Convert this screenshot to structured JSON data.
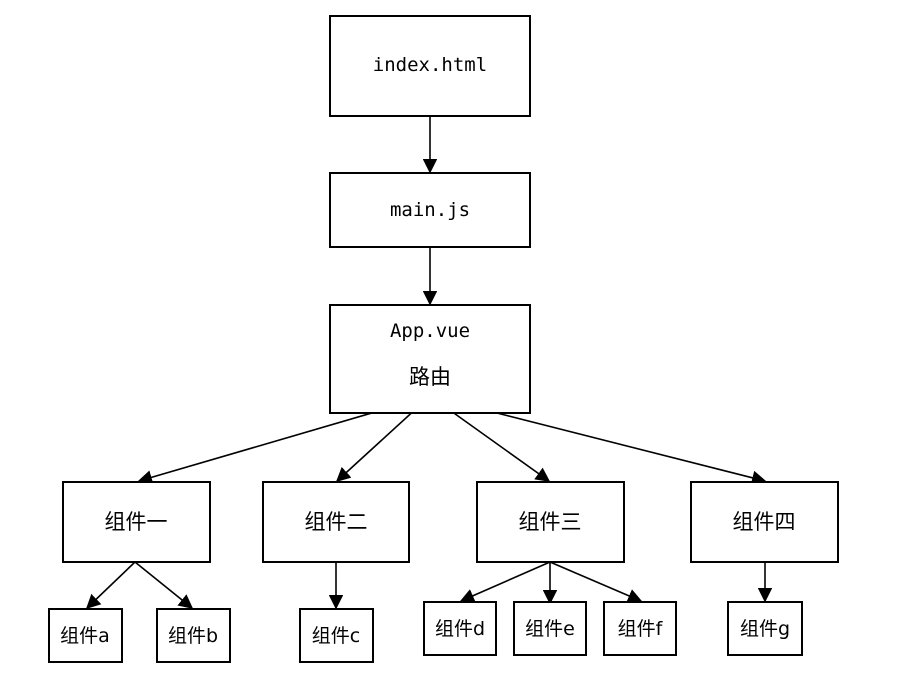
{
  "nodes": {
    "index_html": "index.html",
    "main_js": "main.js",
    "app_vue": "App.vue",
    "router": "路由",
    "component_1": "组件一",
    "component_2": "组件二",
    "component_3": "组件三",
    "component_4": "组件四",
    "component_a": "组件a",
    "component_b": "组件b",
    "component_c": "组件c",
    "component_d": "组件d",
    "component_e": "组件e",
    "component_f": "组件f",
    "component_g": "组件g"
  },
  "colors": {
    "stroke": "#000000",
    "fill": "#ffffff",
    "text": "#000000"
  }
}
